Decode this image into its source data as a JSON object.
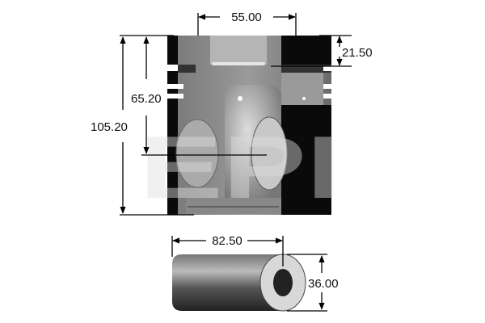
{
  "watermark": "EPI",
  "piston": {
    "dimensions": {
      "bowl_diameter": "55.00",
      "top_land_height": "21.50",
      "compression_height": "65.20",
      "total_height": "105.20"
    }
  },
  "pin": {
    "dimensions": {
      "length": "82.50",
      "diameter": "36.00"
    }
  },
  "colors": {
    "line": "#000000",
    "body_gray": "#8a8a8a",
    "section_black": "#0a0a0a"
  }
}
